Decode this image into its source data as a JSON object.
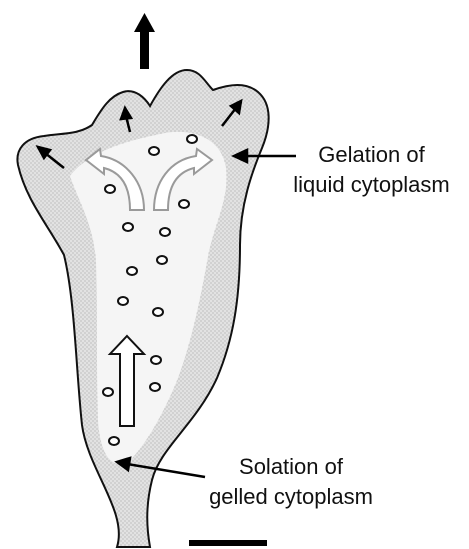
{
  "labels": {
    "gelation": {
      "line1": "Gelation of",
      "line2": "liquid cytoplasm"
    },
    "solation": {
      "line1": "Solation of",
      "line2": "gelled cytoplasm"
    }
  },
  "colors": {
    "outline": "#111111",
    "ectoplasm": "#d9d9d9",
    "endoplasm": "#f4f4f4",
    "flow_arrow_outline": "#9a9a9a",
    "ink": "#000000"
  }
}
